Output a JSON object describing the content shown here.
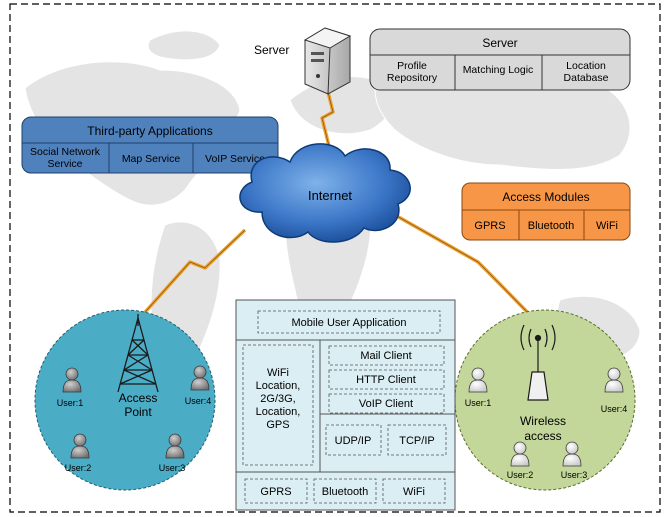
{
  "server": {
    "icon_label": "Server",
    "panel_title": "Server",
    "cells": [
      "Profile Repository",
      "Matching Logic",
      "Location Database"
    ]
  },
  "third_party": {
    "title": "Third-party Applications",
    "cells": [
      "Social Network Service",
      "Map Service",
      "VoIP Service"
    ]
  },
  "internet": {
    "label": "Internet"
  },
  "access_modules": {
    "title": "Access Modules",
    "cells": [
      "GPRS",
      "Bluetooth",
      "WiFi"
    ]
  },
  "access_point": {
    "label": "Access Point",
    "users": [
      "User:1",
      "User:2",
      "User:3",
      "User:4"
    ]
  },
  "wireless_access": {
    "label": "Wireless access",
    "users": [
      "User:1",
      "User:2",
      "User:3",
      "User:4"
    ]
  },
  "mobile_app": {
    "title": "Mobile User Application",
    "left_block": "WiFi Location, 2G/3G, Location, GPS",
    "clients": [
      "Mail Client",
      "HTTP Client",
      "VoIP Client"
    ],
    "protocols": [
      "UDP/IP",
      "TCP/IP"
    ],
    "radios": [
      "GPRS",
      "Bluetooth",
      "WiFi"
    ]
  },
  "colors": {
    "third_party": "#4f81bd",
    "access_modules": "#f79646",
    "server_panel": "#d9d9d9",
    "access_point_cell": "#4bacc6",
    "wireless_cell": "#c4d79b",
    "mobile_app": "#daeef3",
    "cloud": "#1f5aa8",
    "link": "#f0a030"
  }
}
